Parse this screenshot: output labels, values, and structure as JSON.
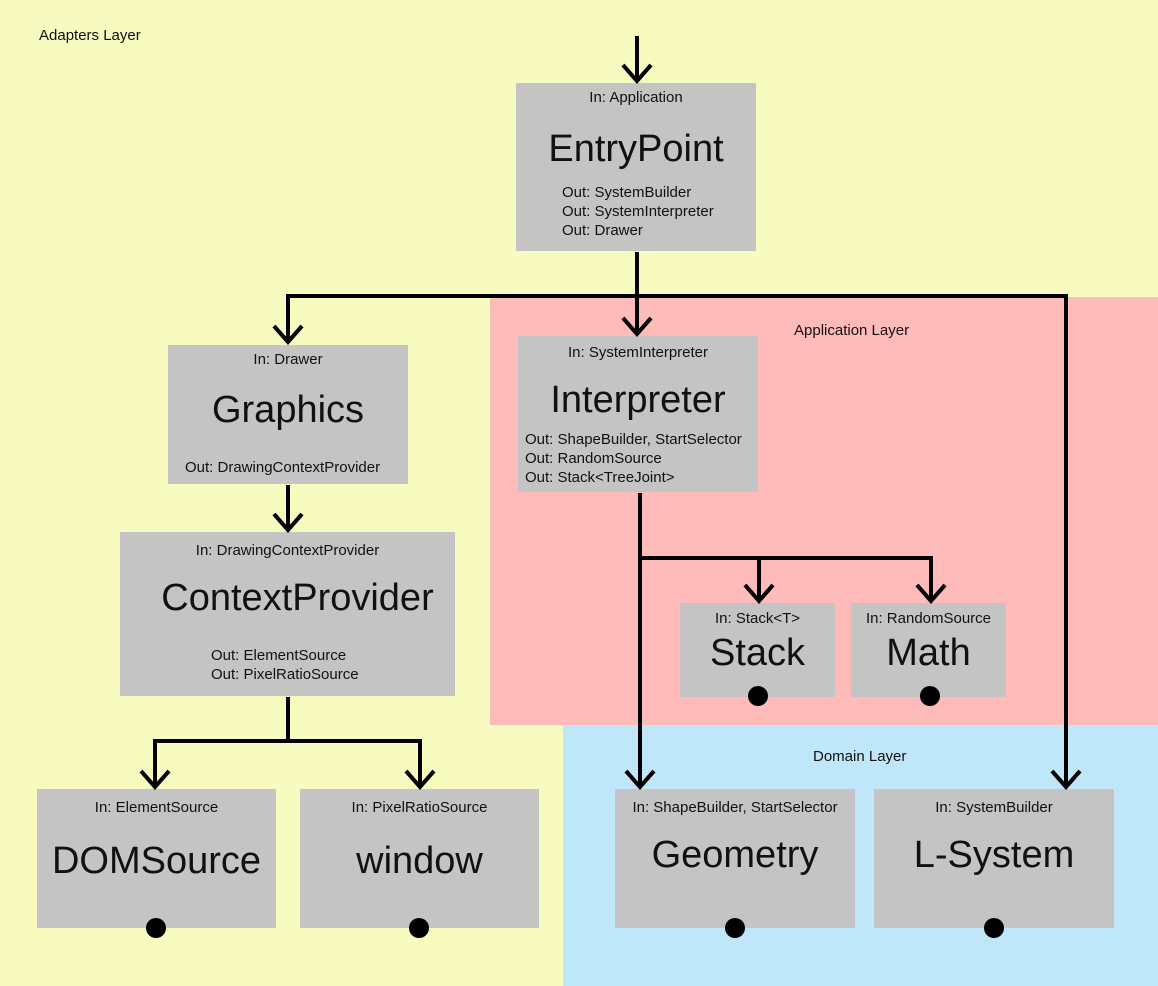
{
  "layers": {
    "adapters": "Adapters Layer",
    "application": "Application Layer",
    "domain": "Domain Layer"
  },
  "colors": {
    "adapters": "#f8fbbf",
    "application": "#ffbaba",
    "domain": "#c0e6f9",
    "box": "#c4c4c4",
    "line": "#000000"
  },
  "boxes": {
    "entrypoint": {
      "in": "In: Application",
      "name": "EntryPoint",
      "out": [
        "Out: SystemBuilder",
        "Out: SystemInterpreter",
        "Out: Drawer"
      ]
    },
    "graphics": {
      "in": "In: Drawer",
      "name": "Graphics",
      "out": [
        "Out: DrawingContextProvider"
      ]
    },
    "interpreter": {
      "in": "In: SystemInterpreter",
      "name": "Interpreter",
      "out": [
        "Out: ShapeBuilder, StartSelector",
        "Out: RandomSource",
        "Out: Stack<TreeJoint>"
      ]
    },
    "contextprovider": {
      "in": "In: DrawingContextProvider",
      "name": "ContextProvider",
      "out": [
        "Out: ElementSource",
        "Out: PixelRatioSource"
      ]
    },
    "stack": {
      "in": "In: Stack<T>",
      "name": "Stack"
    },
    "math": {
      "in": "In: RandomSource",
      "name": "Math"
    },
    "domsource": {
      "in": "In: ElementSource",
      "name": "DOMSource"
    },
    "window": {
      "in": "In: PixelRatioSource",
      "name": "window"
    },
    "geometry": {
      "in": "In: ShapeBuilder, StartSelector",
      "name": "Geometry"
    },
    "lsystem": {
      "in": "In: SystemBuilder",
      "name": "L-System"
    }
  }
}
